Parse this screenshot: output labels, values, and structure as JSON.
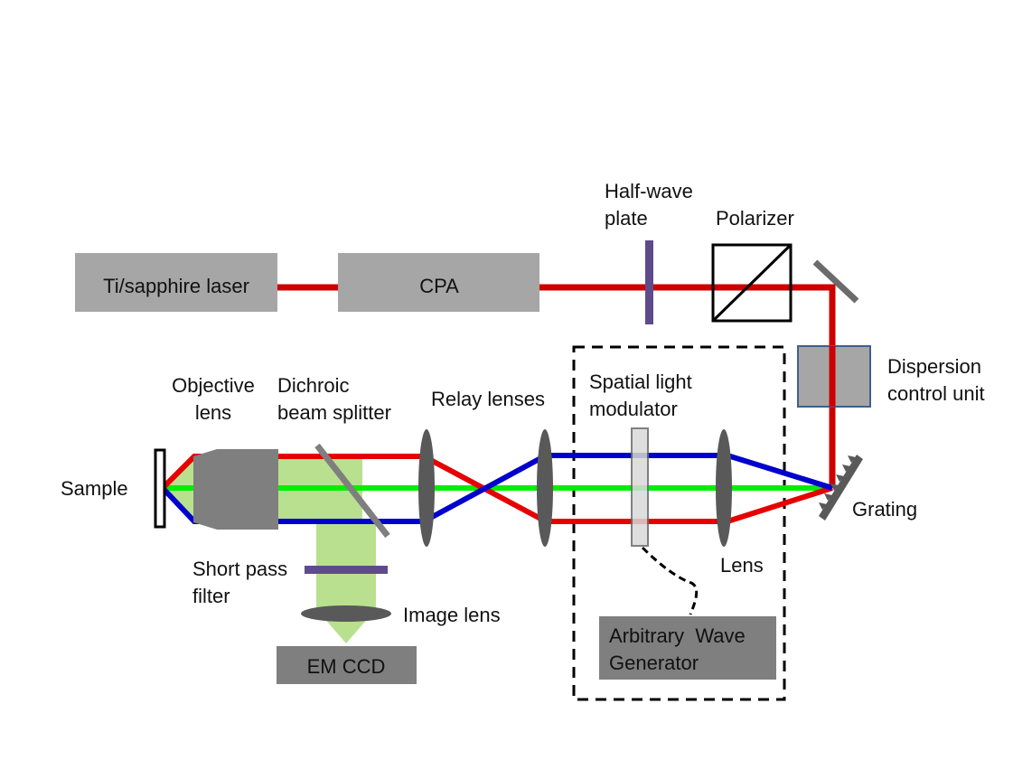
{
  "diagram": {
    "title": "Femtosecond pulse-shaping microscopy setup",
    "colors": {
      "red_beam": "#e60000",
      "green_beam": "#00ee00",
      "blue_beam": "#0000cc",
      "box_gray": "#a6a6a6",
      "dark_gray": "#7f7f7f",
      "lens_gray": "#595959",
      "fluorescence": "#b9e08f",
      "waveplate": "#5f4b8b",
      "dispersion_border": "#3f5f8f",
      "slm_fill": "#d9d9d9"
    },
    "components": {
      "laser": "Ti/sapphire laser",
      "cpa": "CPA",
      "half_wave_plate": [
        "Half-wave",
        "plate"
      ],
      "polarizer": "Polarizer",
      "dispersion_control": [
        "Dispersion",
        "control unit"
      ],
      "grating": "Grating",
      "lens": "Lens",
      "slm": [
        "Spatial light",
        "modulator"
      ],
      "awg": [
        "Arbitrary  Wave",
        "Generator"
      ],
      "relay_lenses": "Relay lenses",
      "dichroic": [
        "Dichroic",
        "beam splitter"
      ],
      "objective": [
        "Objective",
        "lens"
      ],
      "sample": "Sample",
      "short_pass": [
        "Short pass",
        "filter"
      ],
      "image_lens": "Image lens",
      "emccd": "EM CCD"
    }
  }
}
